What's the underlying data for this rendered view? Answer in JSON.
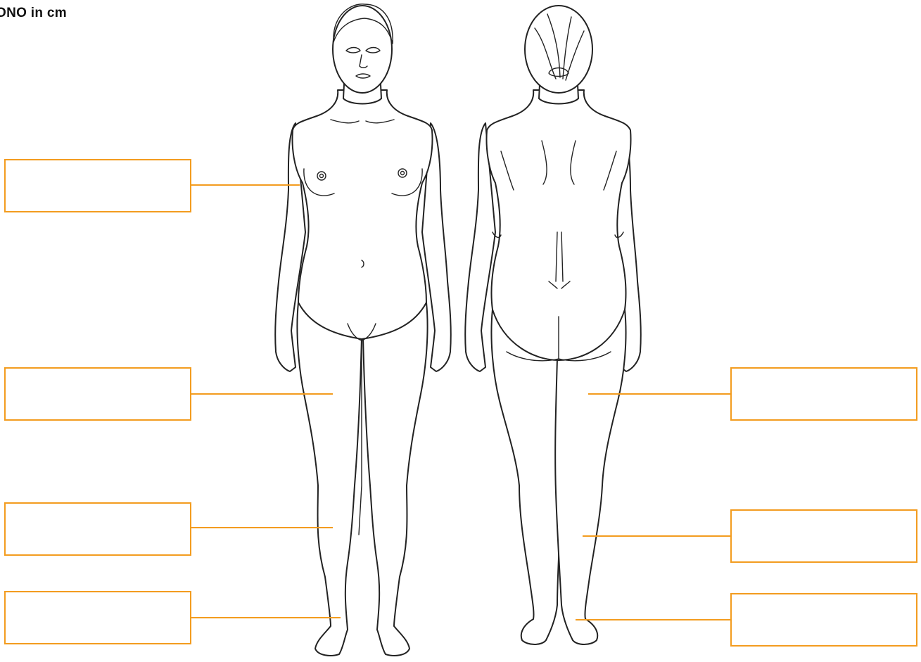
{
  "title": "ONO in cm",
  "accent_color": "#f39c1f",
  "outline_color": "#222222",
  "views": [
    "front",
    "back"
  ],
  "measurement_fields": {
    "front_bust": "",
    "front_thigh": "",
    "front_knee": "",
    "front_ankle": "",
    "back_thigh": "",
    "back_calf": "",
    "back_ankle": ""
  }
}
